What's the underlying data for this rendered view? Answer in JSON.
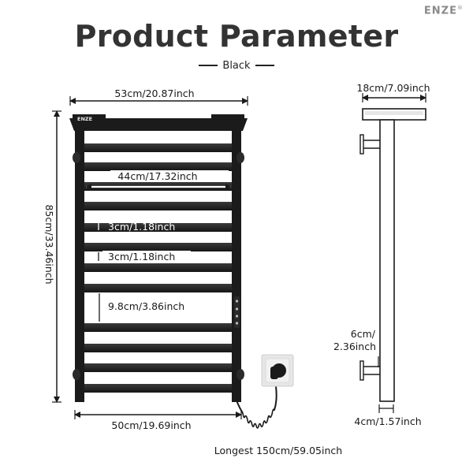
{
  "header": {
    "title": "Product Parameter",
    "color_label": "Black",
    "brand": "ENZE",
    "brand_mark": "®"
  },
  "product": {
    "logo_text": "ENZE",
    "bar_count": 13,
    "colors": {
      "frame": "#1b1b1b",
      "bar": "#2a2a2a",
      "outlet": "#e6e6e6",
      "dimension": "#1a1a1a"
    }
  },
  "dimensions": {
    "top_width": "53cm/20.87inch",
    "inner_width": "44cm/17.32inch",
    "bar_thickness": "3cm/1.18inch",
    "bar_gap": "3cm/1.18inch",
    "large_gap": "9.8cm/3.86inch",
    "height": "85cm/33.46inch",
    "bottom_width": "50cm/19.69inch",
    "cable": "Longest 150cm/59.05inch",
    "side_depth": "18cm/7.09inch",
    "bracket_depth_line1": "6cm/",
    "bracket_depth_line2": "2.36inch",
    "column_width": "4cm/1.57inch"
  }
}
